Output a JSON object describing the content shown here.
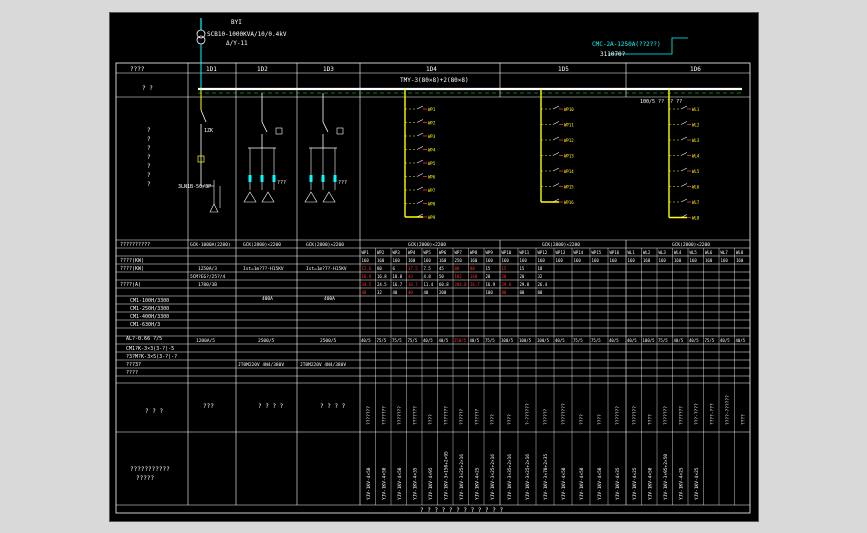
{
  "transformer": {
    "id": "BYI",
    "model": "SCB10-1000KVA/10/0.4kV",
    "vector": "Δ/Y-11"
  },
  "busway": {
    "label": "CMC-2A-1250A(??2??)",
    "code": "311070?"
  },
  "header_left": "????",
  "panels": [
    "1D1",
    "1D2",
    "1D3",
    "1D4",
    "1D5",
    "1D6"
  ],
  "bus_spec": "TMY-3(80×8)+2(80×8)",
  "bus_label_right": "100/5 ?? ?? ??",
  "row_labels": {
    "r1": "? ?",
    "r2": [
      "?",
      "?",
      "?",
      "?",
      "?",
      "?",
      "?"
    ],
    "r3": "??????????",
    "r4": "????(KW)",
    "r5": "????(KW)",
    "r6": "????(A)",
    "r7": "????"
  },
  "breaker_main": "1ZK",
  "breaker_model": "3LN1B-50/3P",
  "feeder_labels_d4": [
    "WP1",
    "WP2",
    "WP3",
    "WP4",
    "WP5",
    "WP6",
    "WP7",
    "WP8",
    "WP9"
  ],
  "feeder_labels_d5": [
    "WP10",
    "WP11",
    "WP12",
    "WP13",
    "WP14",
    "WP15",
    "WP16"
  ],
  "feeder_labels_d6": [
    "WL1",
    "WL2",
    "WL3",
    "WL4",
    "WL5",
    "WL6",
    "WL7",
    "WL8"
  ],
  "cabinet_models": [
    "GCK-1000A(2200)",
    "GCK(2800)×2200",
    "GCK(2800)×2200",
    "GCK(2800)×2200",
    "GCK(2800)×2200",
    "GCK(2800)×2200"
  ],
  "table_rows": {
    "circuit": [
      "WP1",
      "WP2",
      "WP3",
      "WP4",
      "WP5",
      "WP6",
      "WP7",
      "WP8",
      "WP9",
      "WP10",
      "WP11",
      "WP12",
      "WP13",
      "WP14",
      "WP15",
      "WP16",
      "WL1",
      "WL2",
      "WL3",
      "WL4",
      "WL5",
      "WL6",
      "WL7",
      "WL8"
    ],
    "row2": [
      "160",
      "160",
      "160",
      "160",
      "160",
      "160",
      "250",
      "160",
      "160",
      "160",
      "160",
      "160",
      "160",
      "160",
      "160",
      "160",
      "160",
      "160",
      "160",
      "160",
      "160",
      "160",
      "160",
      "160"
    ],
    "row3": [
      "12.6",
      "80",
      "6",
      "37.5",
      "7.5",
      "45",
      "80",
      "80",
      "15",
      "15",
      "15",
      "18",
      "",
      "",
      "",
      "",
      "",
      "",
      "",
      "",
      "",
      "",
      "",
      ""
    ],
    "row4": [
      "16.8",
      "16.8",
      "18.0",
      "43",
      "4.8",
      "50",
      "102",
      "160",
      "20",
      "20",
      "20",
      "32",
      "",
      "",
      "",
      "",
      "",
      "",
      "",
      "",
      "",
      "",
      "",
      ""
    ],
    "row5": [
      "34.5",
      "24.5",
      "16.7",
      "16.7",
      "11.4",
      "60.8",
      "204.8",
      "26.7",
      "16.9",
      "29.0",
      "29.8",
      "26.4",
      "",
      "",
      "",
      "",
      "",
      "",
      "",
      "",
      "",
      "",
      "",
      ""
    ],
    "row6": [
      "48",
      "32",
      "40",
      "40",
      "40",
      "200",
      "",
      "",
      "100",
      "80",
      "80",
      "80",
      "",
      "",
      "",
      "",
      "",
      "",
      "",
      "",
      "",
      "",
      "",
      ""
    ]
  },
  "d1_values": [
    "1250A/3",
    "5CM?EG?/25?/4",
    "1780/3B"
  ],
  "d2_values": [
    "Ist=1m?7?-H15KV",
    "400A"
  ],
  "d3_values": [
    "Ist=1m?7?-H15KV",
    "400A"
  ],
  "breaker_rows": [
    "CM1-100H/3300",
    "CM1-250H/3300",
    "CM1-400H/3300",
    "CM1-630H/3"
  ],
  "ct_row_label": "AL?-0.66 ?/5",
  "ct_values": [
    "1200A/5",
    "2500/5",
    "2500/5",
    "40/5",
    "75/5",
    "75/5",
    "75/5",
    "40/5",
    "40/5",
    "250/5",
    "40/5",
    "75/5",
    "100/5",
    "100/5",
    "100/5",
    "40/5",
    "75/5",
    "75/5",
    "40/5",
    "40/5",
    "100/5",
    "75/5",
    "40/5",
    "40/5",
    "75/5",
    "40/5",
    "40/5",
    "40/5",
    "40/5"
  ],
  "meter_rows": [
    "CM1?K-3×3(3-?)-5",
    "?3?M?K-3×5(3-?)-?",
    "???3?"
  ],
  "meter_d2": "JT0M220V 4N4/380V",
  "meter_d3": "JT0M220V 4N4/380V",
  "use_label": "? ? ?",
  "use_values": [
    "???",
    "? ? ? ?",
    "? ? ? ?"
  ],
  "cable_label": "???????????",
  "cable_label2": "?????",
  "bottom_note": "? ? ? ? ? ? ? ? ? ? ? ?",
  "vertical_texts_use": [
    "???????",
    "???????",
    "???????",
    "???????",
    "????",
    "???????",
    "??????",
    "??????",
    "????",
    "????",
    "?-??????",
    "??????",
    "????????",
    "????",
    "????",
    "???????",
    "???????",
    "????",
    "???????",
    "???????",
    "???-????",
    "????-???",
    "????-??????",
    "????"
  ],
  "vertical_texts_cable": [
    "YJV-1KV-4×50",
    "YJV-1KV-4×50",
    "YJV-1KV-4×50",
    "YJV-1KV-4×35",
    "YJV-1KV-4×95",
    "YJV-1KV-3×150+2×95",
    "YJV-1KV-3×25+2×16",
    "YJV-1KV-4×25",
    "YJV-1KV-3×25+2×16",
    "YJV-1KV-3×35+2×16",
    "YJV-1KV-3×25+2×16",
    "YJV-1KV-3×70+2×35",
    "YJV-1KV-4×50",
    "YJV-1KV-4×50",
    "YJV-1KV-4×50",
    "YJV-1KV-4×35",
    "YJV-1KV-4×25",
    "YJV-1KV-4×50",
    "YJV-1KV-3×95+2×50",
    "YJV-1KV-4×25",
    "YJV-1KV-4×25"
  ],
  "colors": {
    "bg": "#000000",
    "line": "#ffffff",
    "bus": "#ffff00",
    "accent_green": "#00ff00",
    "accent_cyan": "#00ffff",
    "red": "#ff3030",
    "magenta": "#ff00ff"
  }
}
